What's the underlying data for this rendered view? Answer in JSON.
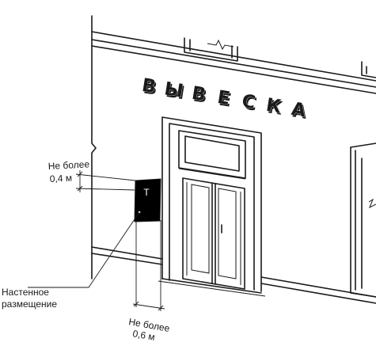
{
  "sign": {
    "letters": [
      "В",
      "Ы",
      "В",
      "Е",
      "С",
      "К",
      "А"
    ]
  },
  "plate": {
    "glyph": "Т",
    "color": "#000000"
  },
  "labels": {
    "height_line1": "Не более",
    "height_line2": "0,4 м",
    "placement_line1": "Настенное",
    "placement_line2": "размещение",
    "width_line1": "Не более",
    "width_line2": "0,6 м"
  }
}
